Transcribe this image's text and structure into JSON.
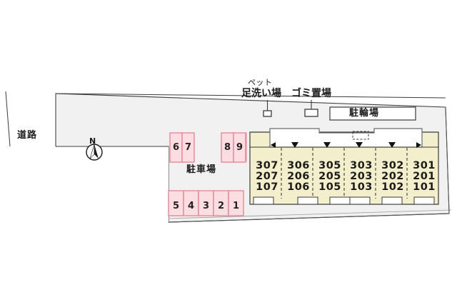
{
  "document": {
    "type": "site-plan",
    "language": "ja",
    "title": "",
    "background_color": "#ffffff"
  },
  "colors": {
    "site_fill": "#f1f1f1",
    "site_stroke": "#3b3b3b",
    "building_fill": "#f3eecb",
    "building_stroke": "#3b3b3b",
    "corridor_fill": "#ffffff",
    "parking_fill": "#fbdde2",
    "parking_stroke": "#e38a98",
    "road_fill": "#ffffff",
    "text": "#1c1c1c"
  },
  "labels": {
    "road": "道路",
    "parking_lot": "駐車場",
    "bicycle_parking": "駐輪場",
    "pet_small": "ペット",
    "pet_wash": "足洗い場",
    "garbage": "ゴミ置場",
    "compass_north": "N"
  },
  "parking": {
    "upper_left_group": [
      "6",
      "7"
    ],
    "upper_right_group": [
      "8",
      "9"
    ],
    "bottom_group": [
      "5",
      "4",
      "3",
      "2",
      "1"
    ]
  },
  "building": {
    "name": "",
    "floors": 3,
    "units_by_column": [
      {
        "floor3": "307",
        "floor2": "207",
        "floor1": "107"
      },
      {
        "floor3": "306",
        "floor2": "206",
        "floor1": "106"
      },
      {
        "floor3": "305",
        "floor2": "205",
        "floor1": "105"
      },
      {
        "floor3": "303",
        "floor2": "203",
        "floor1": "103"
      },
      {
        "floor3": "302",
        "floor2": "202",
        "floor1": "102"
      },
      {
        "floor3": "301",
        "floor2": "201",
        "floor1": "101"
      }
    ],
    "corridor_markers": [
      "◄",
      "▼",
      "▼",
      "▼",
      "▼",
      "►"
    ],
    "stair_marker": "dashed-box"
  }
}
